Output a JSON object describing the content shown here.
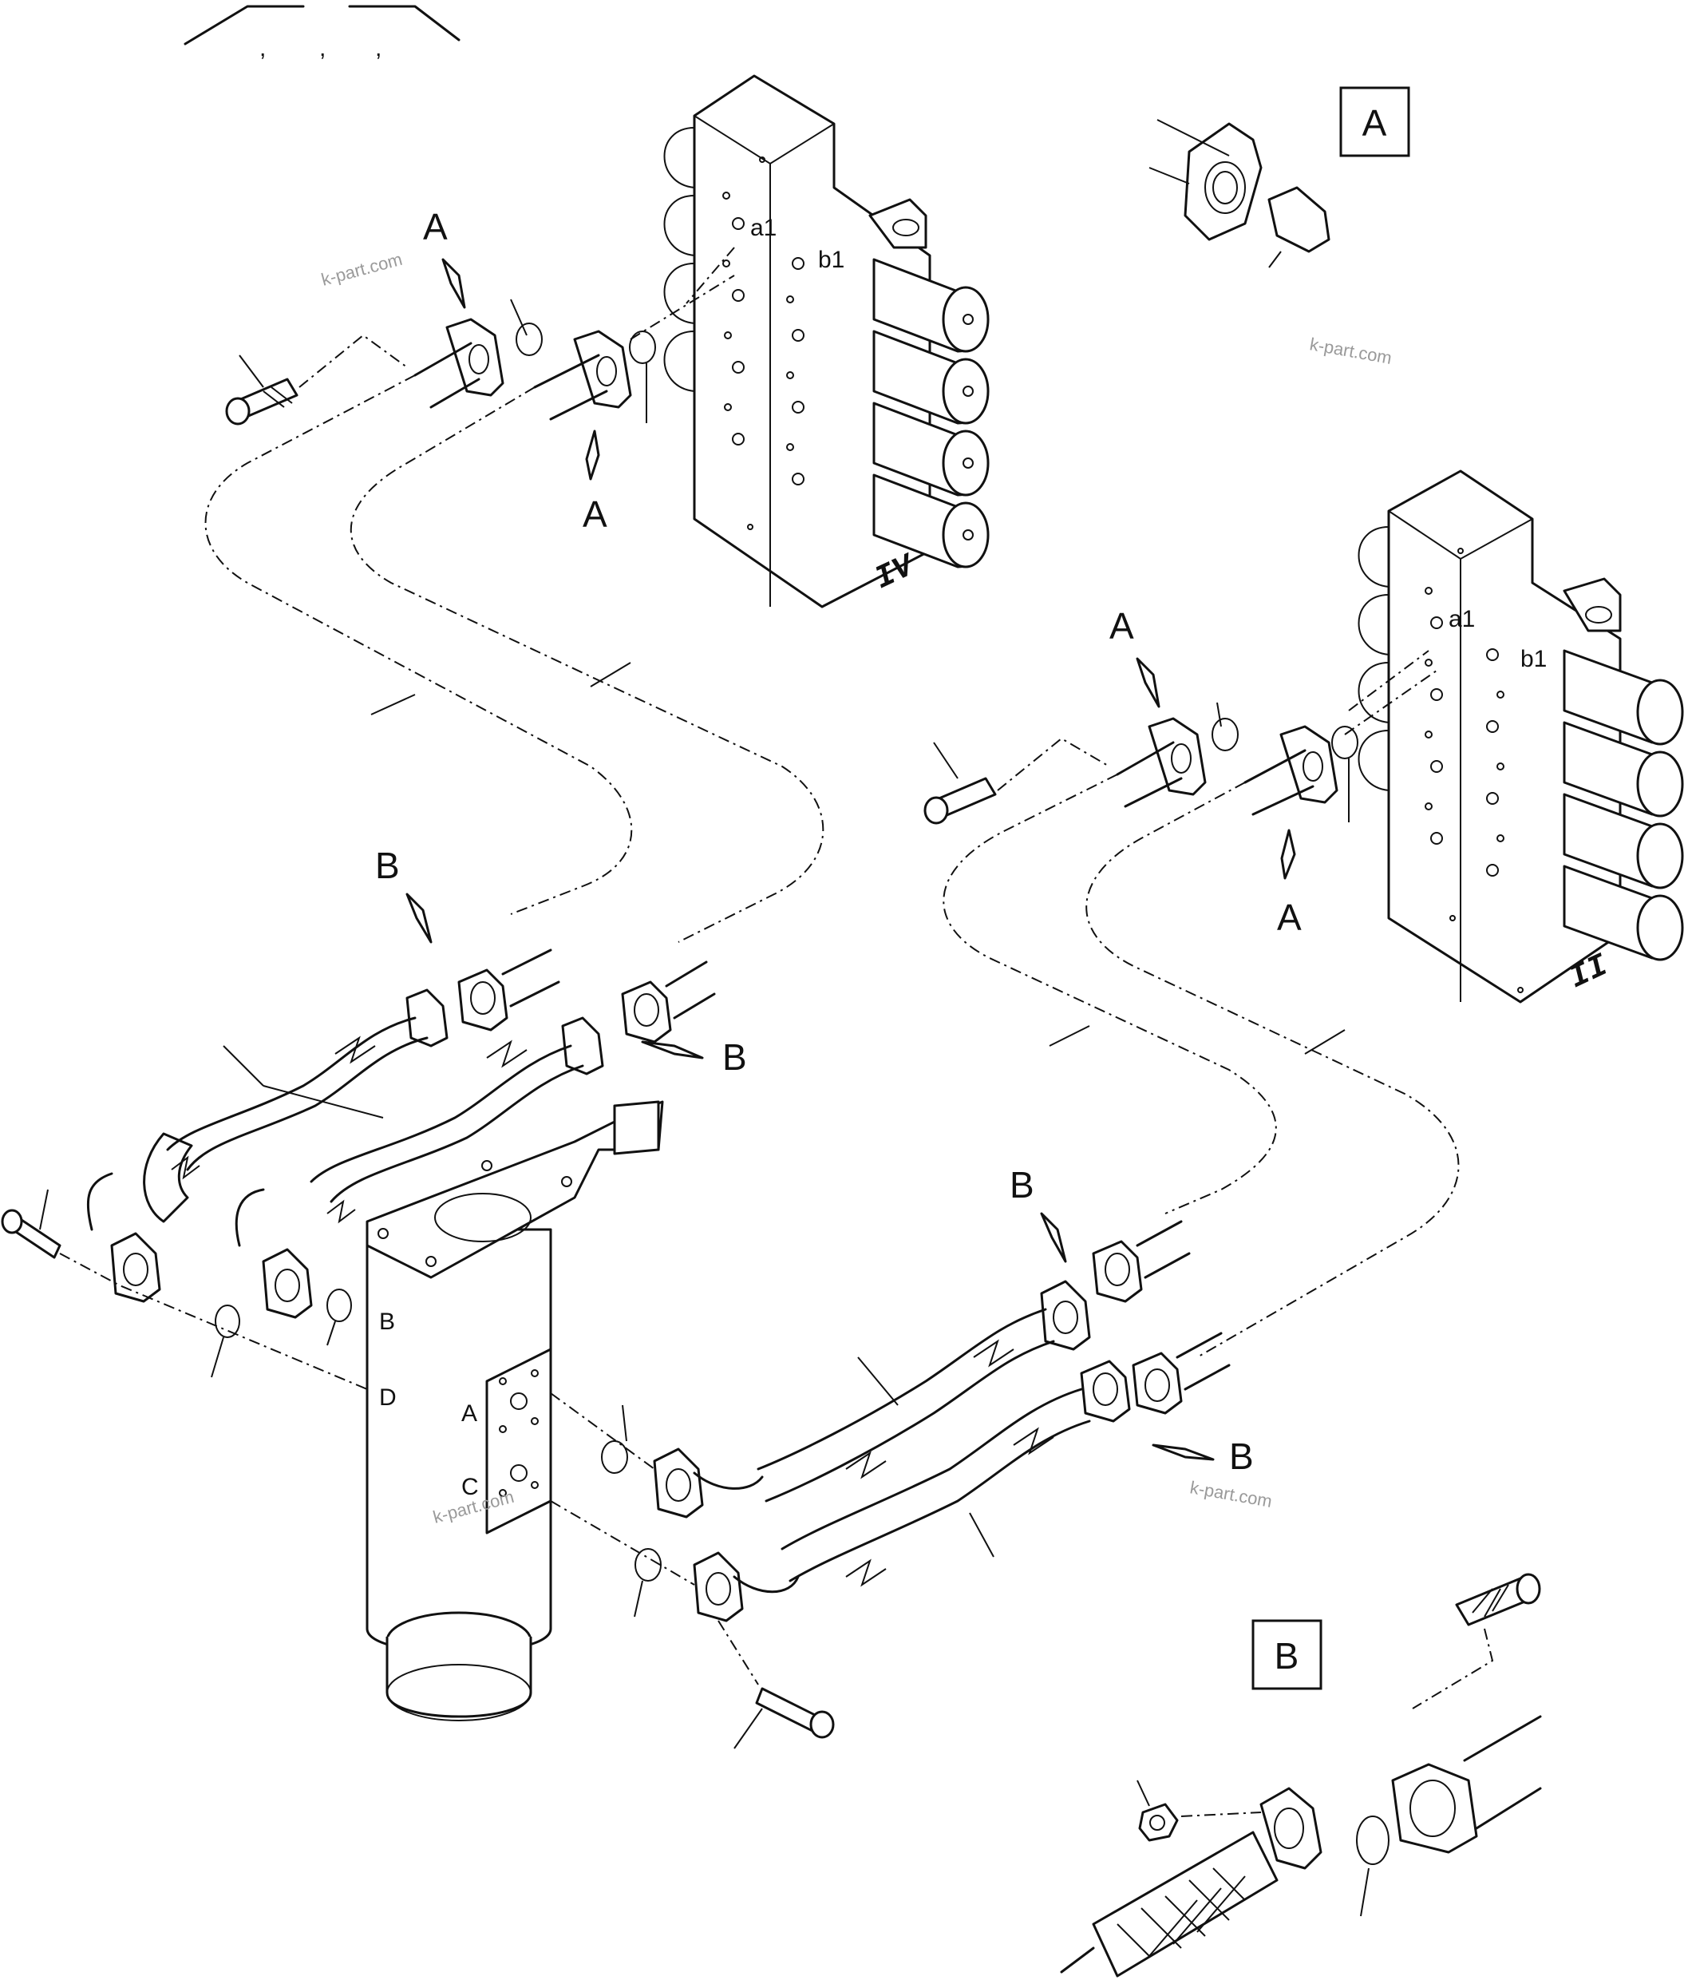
{
  "labels": {
    "detail_a_box": "A",
    "detail_b_box": "B",
    "a": "A",
    "b": "B",
    "a1": "a1",
    "b1": "b1",
    "valve_upper": "IV",
    "valve_lower": "II",
    "port_b": "B",
    "port_d": "D",
    "port_a": "A",
    "port_c": "C",
    "comma": ","
  },
  "watermark": "k-part.com"
}
